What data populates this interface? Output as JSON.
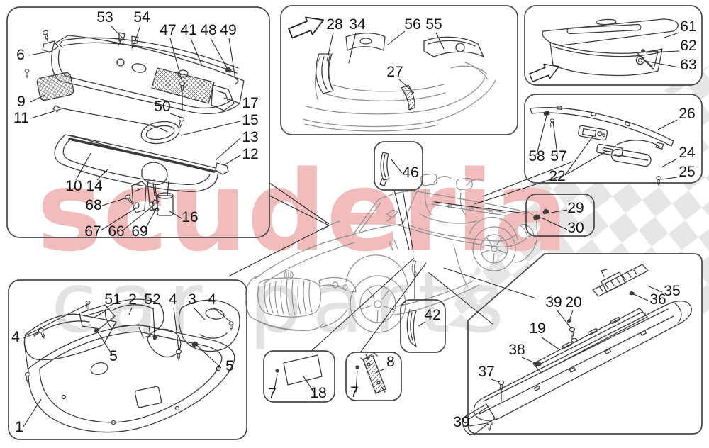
{
  "watermark": {
    "brand": "scuderia",
    "subtitle": "car parts"
  },
  "palette": {
    "background": "#ffffff",
    "line": "#3c3c3c",
    "car_line": "#8f8f8f",
    "label": "#151515",
    "box_border": "#474747",
    "watermark_red": "#f1bcbc",
    "watermark_gray": "#e2e2e2",
    "checker": "#dedede"
  },
  "callouts": {
    "cowl": {
      "53": "53",
      "54": "54",
      "47": "47",
      "41": "41",
      "48": "48",
      "49": "49",
      "6": "6",
      "9": "9",
      "11": "11",
      "17": "17",
      "50": "50",
      "15": "15",
      "13": "13",
      "12": "12",
      "10": "10",
      "14": "14",
      "68": "68",
      "67": "67",
      "66": "66",
      "69": "69",
      "16": "16"
    },
    "trunk": {
      "28": "28",
      "34": "34",
      "56": "56",
      "55": "55",
      "27": "27"
    },
    "lid": {
      "61": "61",
      "62": "62",
      "63": "63"
    },
    "rear_trim": {
      "26": "26",
      "58": "58",
      "57": "57",
      "22": "22",
      "24": "24",
      "25": "25"
    },
    "clips": {
      "29": "29",
      "30": "30"
    },
    "pillar": {
      "46": "46"
    },
    "shields": {
      "51": "51",
      "2": "2",
      "52": "52",
      "4a": "4",
      "3": "3",
      "4b": "4",
      "4c": "4",
      "5a": "5",
      "5b": "5",
      "1": "1"
    },
    "grille": {
      "7": "7",
      "18": "18"
    },
    "bracket": {
      "7b": "7",
      "8": "8"
    },
    "fender": {
      "42": "42"
    },
    "sill": {
      "35": "35",
      "36": "36",
      "39a": "39",
      "20": "20",
      "19": "19",
      "38": "38",
      "37": "37",
      "39b": "39"
    }
  }
}
